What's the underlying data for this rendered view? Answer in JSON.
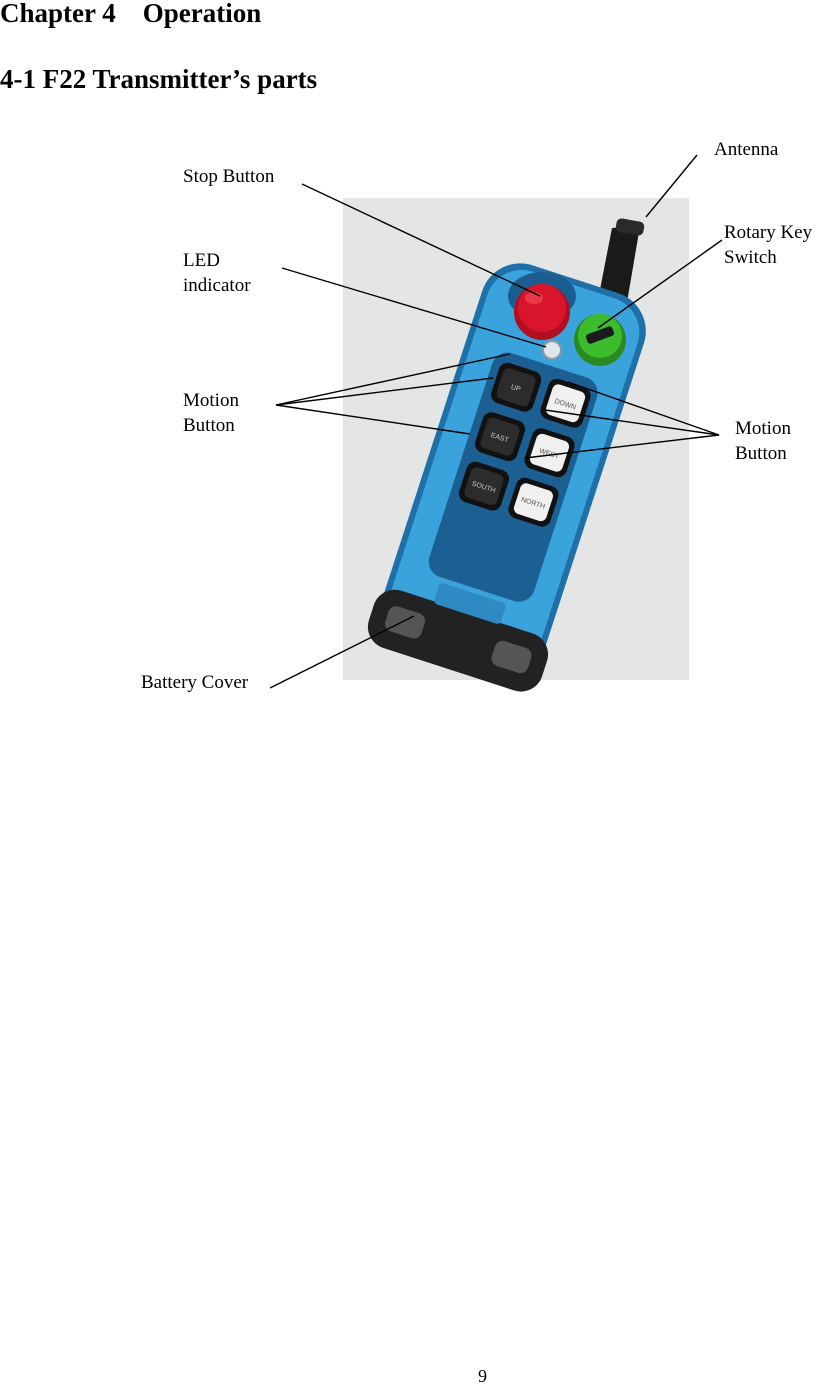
{
  "chapter_title": "Chapter 4    Operation",
  "section_title": "4-1 F22 Transmitter’s parts",
  "labels": {
    "antenna": "Antenna",
    "stop_button": "Stop Button",
    "rotary_key_line1": "Rotary Key",
    "rotary_key_line2": "Switch",
    "led_line1": "LED",
    "led_line2": "indicator",
    "motion_left_line1": "Motion",
    "motion_left_line2": "Button",
    "motion_right_line1": "Motion",
    "motion_right_line2": "Button",
    "battery_cover": "Battery Cover"
  },
  "buttons": {
    "up": "UP",
    "down": "DOWN",
    "east": "EAST",
    "west": "WEST",
    "south": "SOUTH",
    "north": "NORTH"
  },
  "colors": {
    "housing": "#3aa3dc",
    "housing_dark": "#1f6fa8",
    "stop": "#d8152a",
    "key_switch": "#3cbc2c",
    "photo_bg": "#e4e6e5"
  },
  "page_number": "9"
}
